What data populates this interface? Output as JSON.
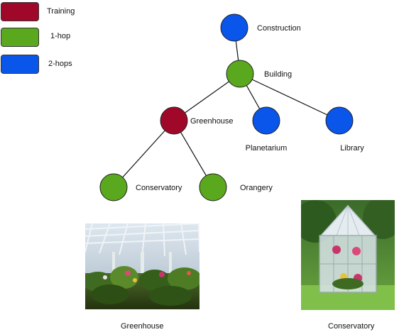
{
  "legend": {
    "training": {
      "label": "Training",
      "color": "#a0082a"
    },
    "one_hop": {
      "label": "1-hop",
      "color": "#5aa81e"
    },
    "two_hops": {
      "label": "2-hops",
      "color": "#0a55ea"
    }
  },
  "graph": {
    "nodes": [
      {
        "id": "construction",
        "label": "Construction",
        "kind": "two_hops"
      },
      {
        "id": "building",
        "label": "Building",
        "kind": "one_hop"
      },
      {
        "id": "greenhouse",
        "label": "Greenhouse",
        "kind": "training"
      },
      {
        "id": "planetarium",
        "label": "Planetarium",
        "kind": "two_hops"
      },
      {
        "id": "library",
        "label": "Library",
        "kind": "two_hops"
      },
      {
        "id": "conservatory",
        "label": "Conservatory",
        "kind": "one_hop"
      },
      {
        "id": "orangery",
        "label": "Orangery",
        "kind": "one_hop"
      }
    ],
    "edges": [
      [
        "construction",
        "building"
      ],
      [
        "building",
        "greenhouse"
      ],
      [
        "building",
        "planetarium"
      ],
      [
        "building",
        "library"
      ],
      [
        "greenhouse",
        "conservatory"
      ],
      [
        "greenhouse",
        "orangery"
      ]
    ]
  },
  "photos": {
    "greenhouse": {
      "caption": "Greenhouse"
    },
    "conservatory": {
      "caption": "Conservatory"
    }
  }
}
